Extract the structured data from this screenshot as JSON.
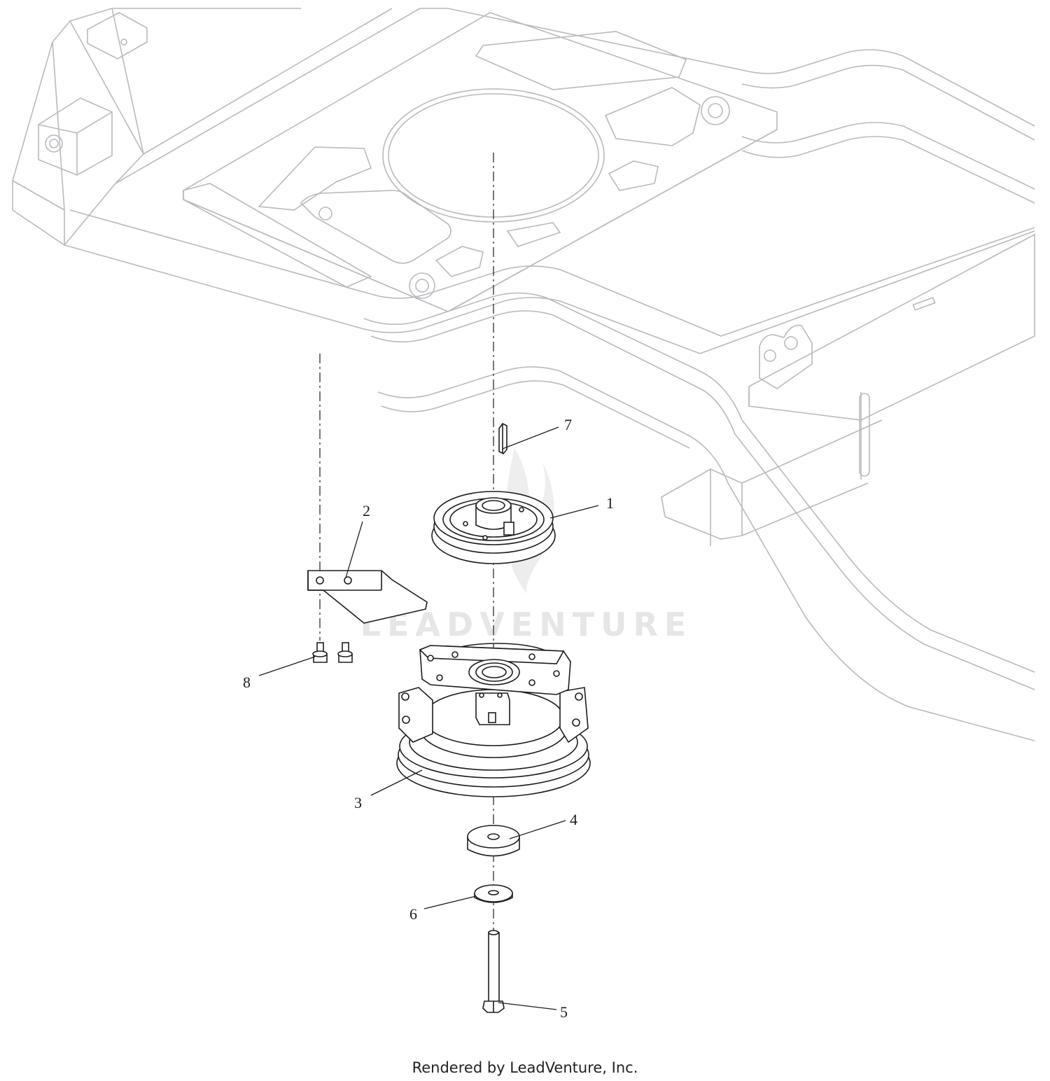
{
  "diagram": {
    "callouts": [
      {
        "id": "1",
        "label": "1"
      },
      {
        "id": "2",
        "label": "2"
      },
      {
        "id": "3",
        "label": "3"
      },
      {
        "id": "4",
        "label": "4"
      },
      {
        "id": "5",
        "label": "5"
      },
      {
        "id": "6",
        "label": "6"
      },
      {
        "id": "7",
        "label": "7"
      },
      {
        "id": "8",
        "label": "8"
      }
    ],
    "watermark": "LEADVENTURE",
    "colors": {
      "frame_lines": "#b9b9bf",
      "part_lines": "#1d1d1d",
      "watermark": "#e4e4e4"
    }
  },
  "footer": {
    "credit": "Rendered by LeadVenture, Inc."
  }
}
